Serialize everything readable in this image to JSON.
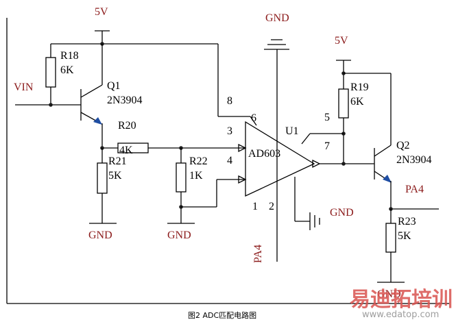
{
  "labels": {
    "vcc_left": "5V",
    "vcc_right": "5V",
    "gnd_top": "GND",
    "gnd_right": "GND",
    "gnd_r21": "GND",
    "gnd_r22": "GND",
    "gnd_r23": "GND",
    "vin": "VIN",
    "pa4_left": "PA4",
    "pa4_right": "PA4"
  },
  "components": {
    "r18": {
      "ref": "R18",
      "value": "6K"
    },
    "q1": {
      "ref": "Q1",
      "value": "2N3904"
    },
    "r20": {
      "ref": "R20",
      "value": "4K"
    },
    "r21": {
      "ref": "R21",
      "value": "5K"
    },
    "r22": {
      "ref": "R22",
      "value": "1K"
    },
    "u1": {
      "ref": "U1",
      "value": "AD603"
    },
    "r19": {
      "ref": "R19",
      "value": "6K"
    },
    "q2": {
      "ref": "Q2",
      "value": "2N3904"
    },
    "r23": {
      "ref": "R23",
      "value": "5K"
    }
  },
  "pins": {
    "p8": "8",
    "p6": "6",
    "p3": "3",
    "p4": "4",
    "p5": "5",
    "p7": "7",
    "p1": "1",
    "p2": "2"
  },
  "caption": "图2 ADC匹配电路图",
  "watermark": {
    "brand": "易迪拓培训",
    "url": "www.edatop.com"
  }
}
